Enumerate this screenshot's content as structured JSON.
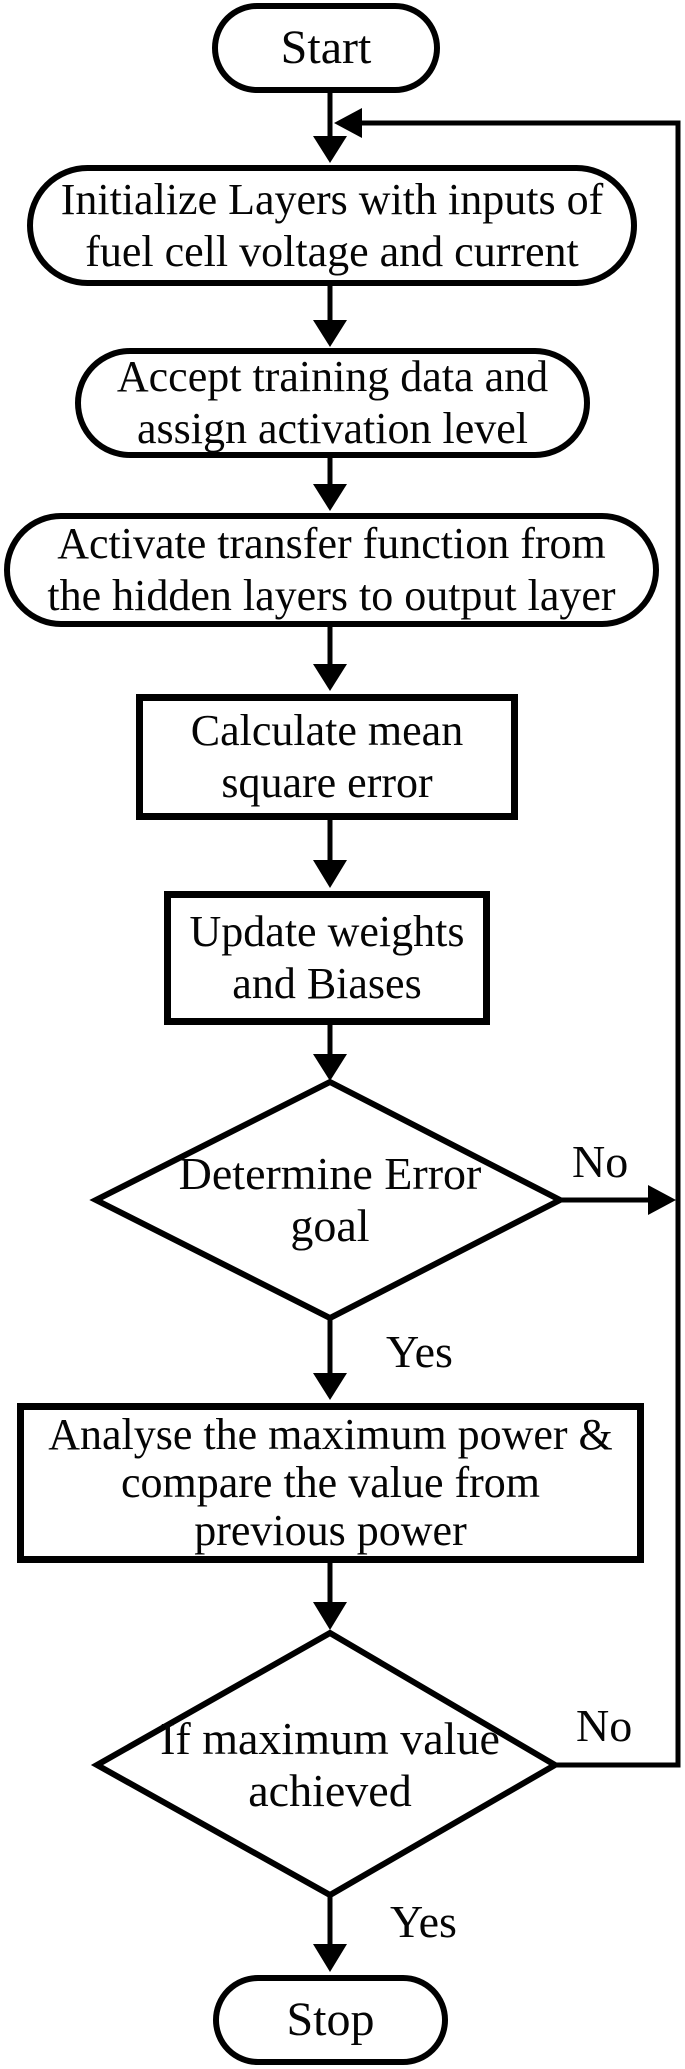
{
  "colors": {
    "ink": "#000000",
    "background": "#ffffff"
  },
  "flowchart": {
    "nodes": {
      "start": {
        "label": "Start"
      },
      "init_layers": {
        "lines": [
          "Initialize Layers with inputs of",
          "fuel cell voltage and current"
        ]
      },
      "accept_training": {
        "lines": [
          "Accept training data and",
          "assign activation level"
        ]
      },
      "activate_transfer": {
        "lines": [
          "Activate transfer function from",
          "the hidden layers to output layer"
        ]
      },
      "calc_mse": {
        "lines": [
          "Calculate mean",
          "square error"
        ]
      },
      "update_weights": {
        "lines": [
          "Update weights",
          "and Biases"
        ]
      },
      "determine_error": {
        "lines": [
          "Determine Error",
          "goal"
        ]
      },
      "analyse_power": {
        "lines": [
          "Analyse the maximum power &",
          "compare the value from",
          "previous power"
        ]
      },
      "max_value": {
        "lines": [
          "If maximum value",
          "achieved"
        ]
      },
      "stop": {
        "label": "Stop"
      }
    },
    "edge_labels": {
      "determine_error_no": "No",
      "determine_error_yes": "Yes",
      "max_value_no": "No",
      "max_value_yes": "Yes"
    }
  }
}
